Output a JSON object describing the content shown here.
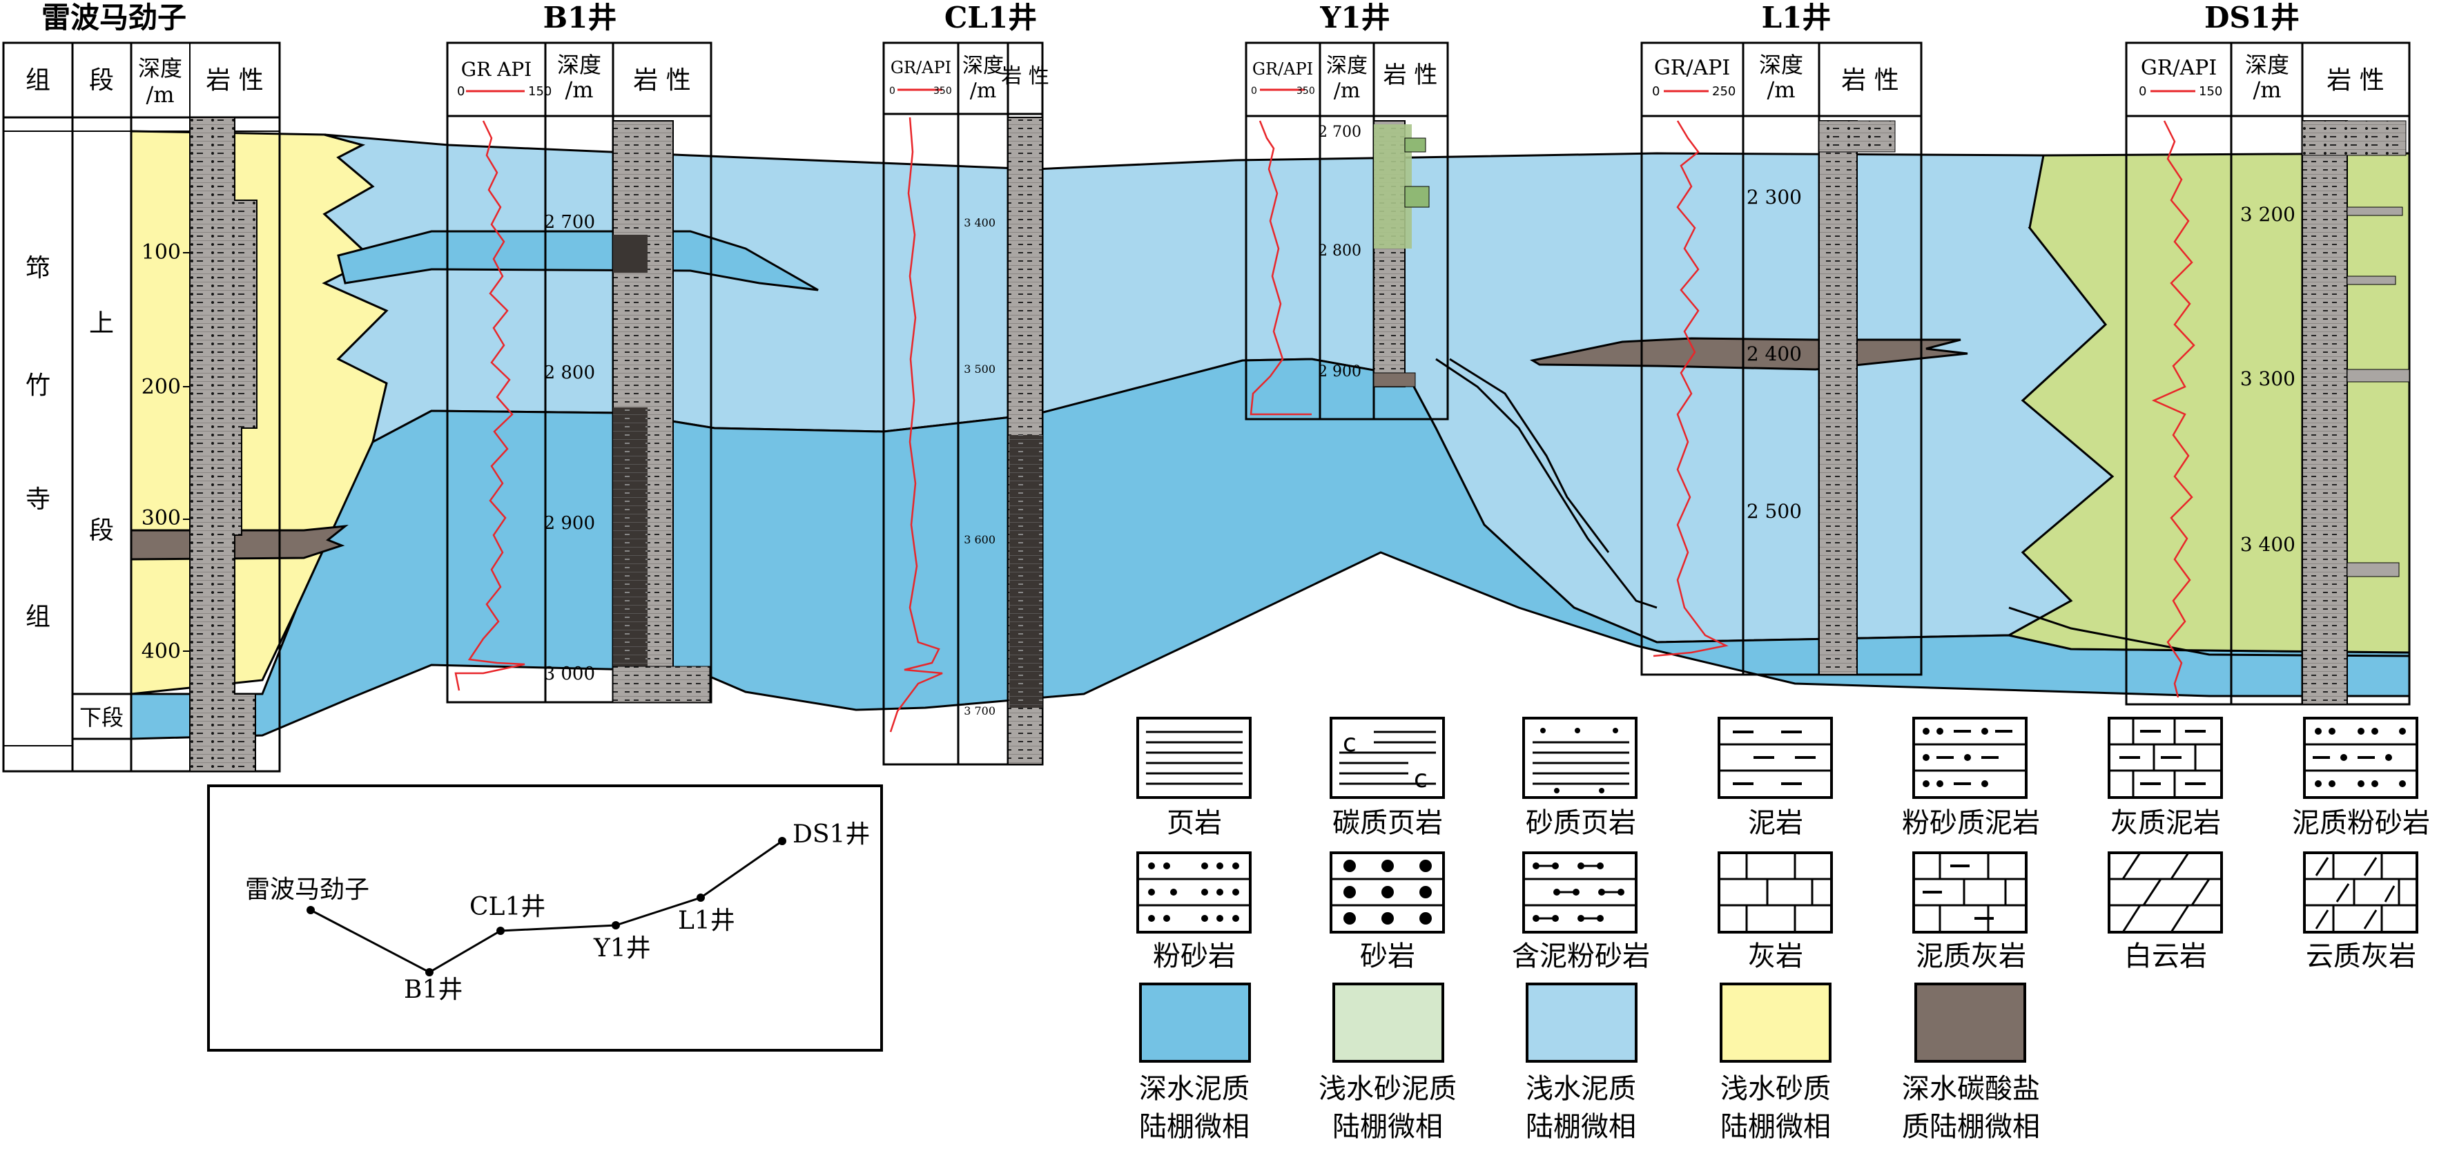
{
  "wells": {
    "leibo": {
      "name": "雷波马劲子",
      "headers": {
        "formation": "组",
        "member": "段",
        "depth": "深度\n/m",
        "lith": "岩 性"
      },
      "formation_name": [
        "筇",
        "竹",
        "寺",
        "组"
      ],
      "upper_member": [
        "上",
        "段"
      ],
      "lower_member": "下段",
      "depth_ticks": [
        "100",
        "200",
        "300",
        "400"
      ]
    },
    "b1": {
      "name": "B1井",
      "headers": {
        "gr": "GR  API",
        "gr_min": "0",
        "gr_max": "150",
        "depth": "深度\n/m",
        "lith": "岩 性"
      },
      "depth_ticks": [
        "2 700",
        "2 800",
        "2 900",
        "3 000"
      ]
    },
    "cl1": {
      "name": "CL1井",
      "headers": {
        "gr": "GR/API",
        "gr_min": "0",
        "gr_max": "350",
        "depth": "深度\n/m",
        "lith": "岩 性"
      },
      "depth_ticks": [
        "3 400",
        "3 500",
        "3 600",
        "3 700"
      ]
    },
    "y1": {
      "name": "Y1井",
      "headers": {
        "gr": "GR/API",
        "gr_min": "0",
        "gr_max": "350",
        "depth": "深度\n/m",
        "lith": "岩 性"
      },
      "depth_ticks": [
        "2 700",
        "2 800",
        "2 900"
      ]
    },
    "l1": {
      "name": "L1井",
      "headers": {
        "gr": "GR/API",
        "gr_min": "0",
        "gr_max": "250",
        "depth": "深度\n/m",
        "lith": "岩 性"
      },
      "depth_ticks": [
        "2 300",
        "2 400",
        "2 500"
      ]
    },
    "ds1": {
      "name": "DS1井",
      "headers": {
        "gr": "GR/API",
        "gr_min": "0",
        "gr_max": "150",
        "depth": "深度\n/m",
        "lith": "岩 性"
      },
      "depth_ticks": [
        "3 200",
        "3 300",
        "3 400"
      ]
    }
  },
  "location_map": {
    "points": [
      "雷波马劲子",
      "B1井",
      "CL1井",
      "Y1井",
      "L1井",
      "DS1井"
    ]
  },
  "legend": {
    "lithology": [
      "页岩",
      "碳质页岩",
      "砂质页岩",
      "泥岩",
      "粉砂质泥岩",
      "灰质泥岩",
      "泥质粉砂岩",
      "粉砂岩",
      "砂岩",
      "含泥粉砂岩",
      "灰岩",
      "泥质灰岩",
      "白云岩",
      "云质灰岩"
    ],
    "facies": [
      {
        "line1": "深水泥质",
        "line2": "陆棚微相",
        "color": "#74c2e4"
      },
      {
        "line1": "浅水砂泥质",
        "line2": "陆棚微相",
        "color": "#d5e8cb"
      },
      {
        "line1": "浅水泥质",
        "line2": "陆棚微相",
        "color": "#a9d7ee"
      },
      {
        "line1": "浅水砂质",
        "line2": "陆棚微相",
        "color": "#fdf7a8"
      },
      {
        "line1": "深水碳酸盐",
        "line2": "质陆棚微相",
        "color": "#7d6f67"
      }
    ]
  },
  "colors": {
    "deep_mud": "#74c2e4",
    "shallow_mud": "#a9d7ee",
    "shallow_sand": "#fdf7a8",
    "shallow_sandmud": "#cbdf8e",
    "carbonate": "#7d6f67",
    "gr_curve": "#e8262a",
    "lith_gray": "#a8a4a2",
    "lith_dark": "#3b3633"
  }
}
